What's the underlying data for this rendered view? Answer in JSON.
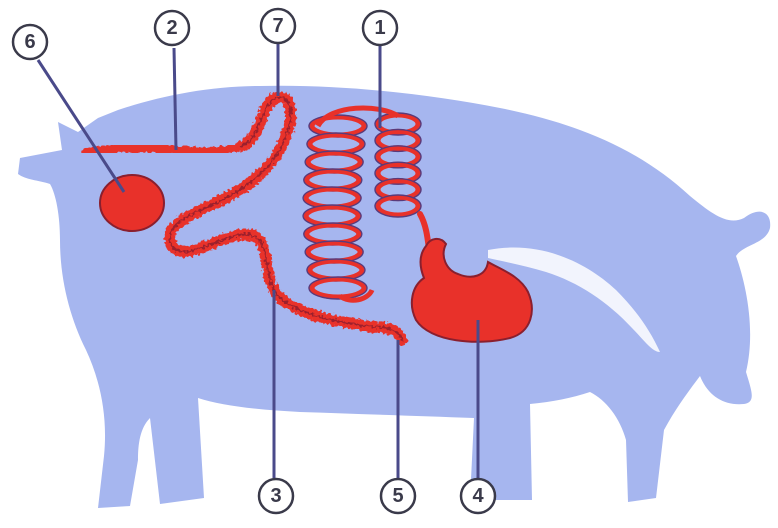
{
  "colors": {
    "body": "#a6b6ef",
    "organ": "#e8312a",
    "organ_outline": "#8a1f2e",
    "coil_outline": "#5a3a7a",
    "leader_line": "#4a4a8a",
    "label_ring": "#3a3a4a",
    "label_fill": "#ffffff"
  },
  "callouts": [
    {
      "id": "1",
      "label": "1"
    },
    {
      "id": "2",
      "label": "2"
    },
    {
      "id": "3",
      "label": "3"
    },
    {
      "id": "4",
      "label": "4"
    },
    {
      "id": "5",
      "label": "5"
    },
    {
      "id": "6",
      "label": "6"
    },
    {
      "id": "7",
      "label": "7"
    }
  ]
}
